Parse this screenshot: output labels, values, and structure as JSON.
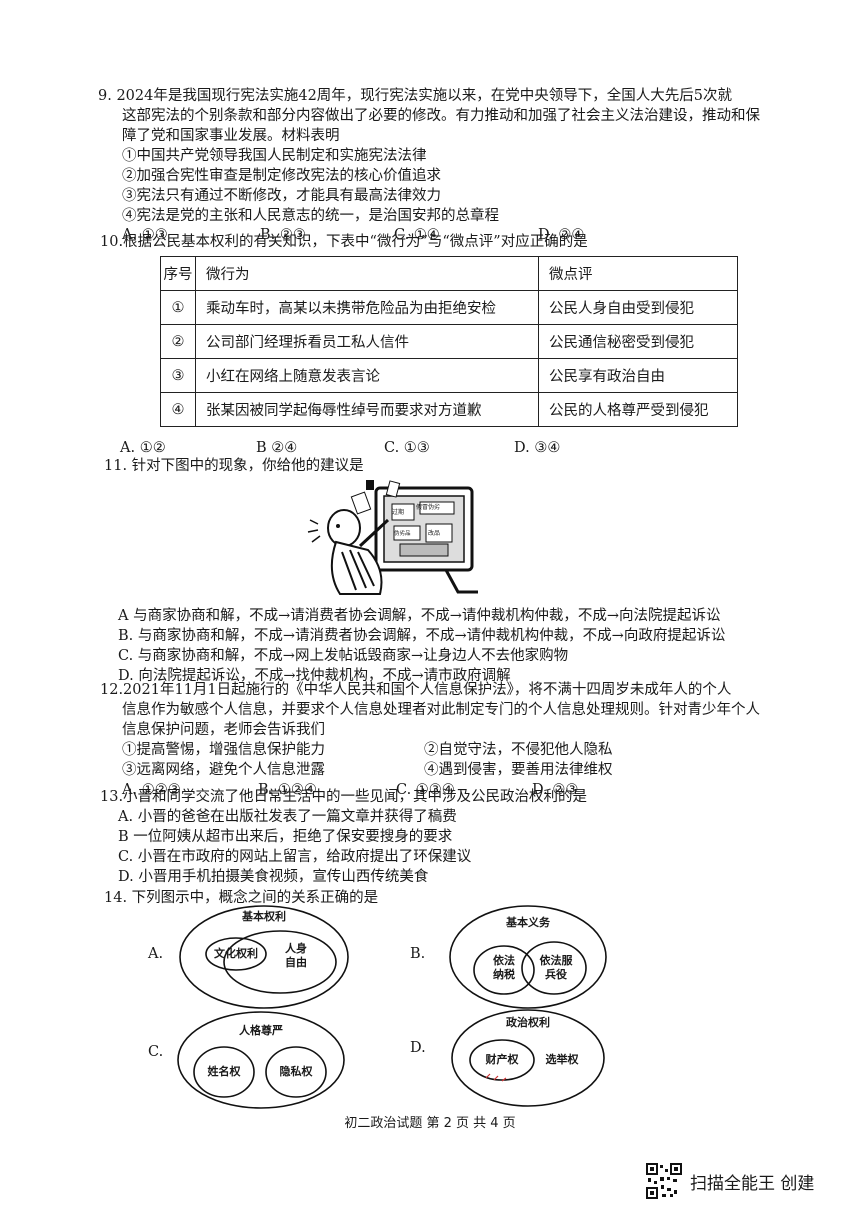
{
  "q9": {
    "lines": [
      "9.  2024年是我国现行宪法实施42周年，现行宪法实施以来，在党中央领导下，全国人大先后5次就",
      "这部宪法的个别条款和部分内容做出了必要的修改。有力推动和加强了社会主义法治建设，推动和保",
      "障了党和国家事业发展。材料表明",
      "①中国共产党领导我国人民制定和实施宪法法律",
      "②加强合宪性审查是制定修改宪法的核心价值追求",
      "③宪法只有通过不断修改，才能具有最高法律效力",
      "④宪法是党的主张和人民意志的统一，是治国安邦的总章程"
    ],
    "options": [
      "A. ①③",
      "B. ②③",
      "C. ①④",
      "D. ②④"
    ]
  },
  "q10": {
    "stem": "10.根据公民基本权利的有关知识，下表中“微行为”与“微点评”对应正确的是",
    "headers": [
      "序号",
      "微行为",
      "微点评"
    ],
    "rows": [
      [
        "①",
        "乘动车时，高某以未携带危险品为由拒绝安检",
        "公民人身自由受到侵犯"
      ],
      [
        "②",
        "公司部门经理拆看员工私人信件",
        "公民通信秘密受到侵犯"
      ],
      [
        "③",
        "小红在网络上随意发表言论",
        "公民享有政治自由"
      ],
      [
        "④",
        "张某因被同学起侮辱性绰号而要求对方道歉",
        "公民的人格尊严受到侵犯"
      ]
    ],
    "options": [
      "A. ①②",
      "B  ②④",
      "C. ①③",
      "D. ③④"
    ]
  },
  "q11": {
    "stem": "11.  针对下图中的现象，你给他的建议是",
    "cartoon_text": [
      "假冒伪劣",
      "过期",
      "伪劣品",
      "改品"
    ],
    "options": [
      "A  与商家协商和解，不成→请消费者协会调解，不成→请仲裁机构仲裁，不成→向法院提起诉讼",
      "B. 与商家协商和解，不成→请消费者协会调解，不成→请仲裁机构仲裁，不成→向政府提起诉讼",
      "C. 与商家协商和解，不成→网上发帖诋毁商家→让身边人不去他家购物",
      "D. 向法院提起诉讼，不成→找仲裁机构，不成→请市政府调解"
    ]
  },
  "q12": {
    "lines": [
      "12.2021年11月1日起施行的《中华人民共和国个人信息保护法》，将不满十四周岁未成年人的个人",
      "信息作为敏感个人信息，并要求个人信息处理者对此制定专门的个人信息处理规则。针对青少年个人",
      "信息保护问题，老师会告诉我们"
    ],
    "choices": [
      "①提高警惕，增强信息保护能力",
      "②自觉守法，不侵犯他人隐私",
      "③远离网络，避免个人信息泄露",
      "④遇到侵害，要善用法律维权"
    ],
    "options": [
      "A. ①②③",
      "B. ①②④",
      "C. ①③④",
      "D. ②③"
    ]
  },
  "q13": {
    "stem": "13.小晋和同学交流了他日常生活中的一些见闻，其中涉及公民政治权利的是",
    "options": [
      "A. 小晋的爸爸在出版社发表了一篇文章并获得了稿费",
      "B  一位阿姨从超市出来后，拒绝了保安要搜身的要求",
      "C. 小晋在市政府的网站上留言，给政府提出了环保建议",
      "D. 小晋用手机拍摄美食视频，宣传山西传统美食"
    ]
  },
  "q14": {
    "stem": "14. 下列图示中，概念之间的关系正确的是",
    "diagrams": [
      {
        "label": "A.",
        "outer": "基本权利",
        "inner_left": "文化权利",
        "inner_right": [
          "人身",
          "自由"
        ]
      },
      {
        "label": "B.",
        "outer": "基本义务",
        "inner_left": [
          "依法",
          "纳税"
        ],
        "inner_right": [
          "依法服",
          "兵役"
        ]
      },
      {
        "label": "C.",
        "outer": "人格尊严",
        "inner_left": "姓名权",
        "inner_right": "隐私权"
      },
      {
        "label": "D.",
        "outer": "政治权利",
        "inner_left": "财产权",
        "inner_right": "选举权"
      }
    ]
  },
  "footer": "初二政治试题 第 2 页 共 4 页",
  "watermark": "扫描全能王 创建"
}
